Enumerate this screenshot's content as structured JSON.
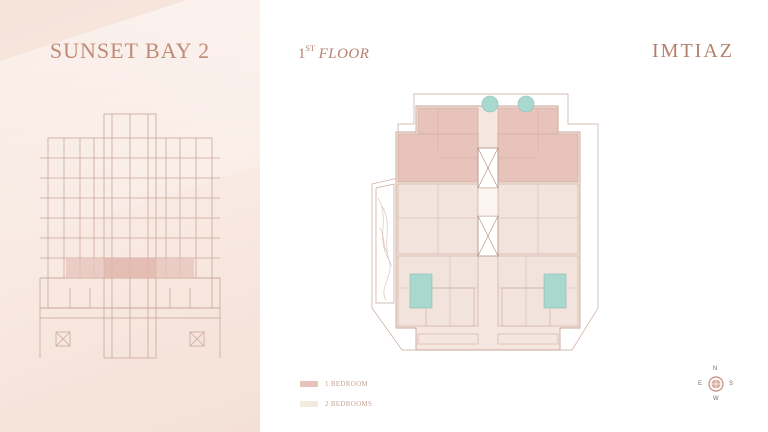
{
  "project": {
    "title": "SUNSET BAY 2"
  },
  "floor": {
    "number": "1",
    "suffix": "ST",
    "word": "FLOOR"
  },
  "brand": {
    "name": "IMTIAZ"
  },
  "legend": [
    {
      "label": "1 BEDROOM",
      "color": "#e7c3bb"
    },
    {
      "label": "2 BEDROOMS",
      "color": "#f2ece0"
    }
  ],
  "compass": {
    "n": "N",
    "e": "E",
    "s": "S",
    "w": "W"
  },
  "colors": {
    "accent": "#b4806c",
    "line": "#c9a79a",
    "one_bedroom": "#e7c3bb",
    "two_bedroom": "#f2e4dc",
    "pool": "#a9d8cf"
  }
}
